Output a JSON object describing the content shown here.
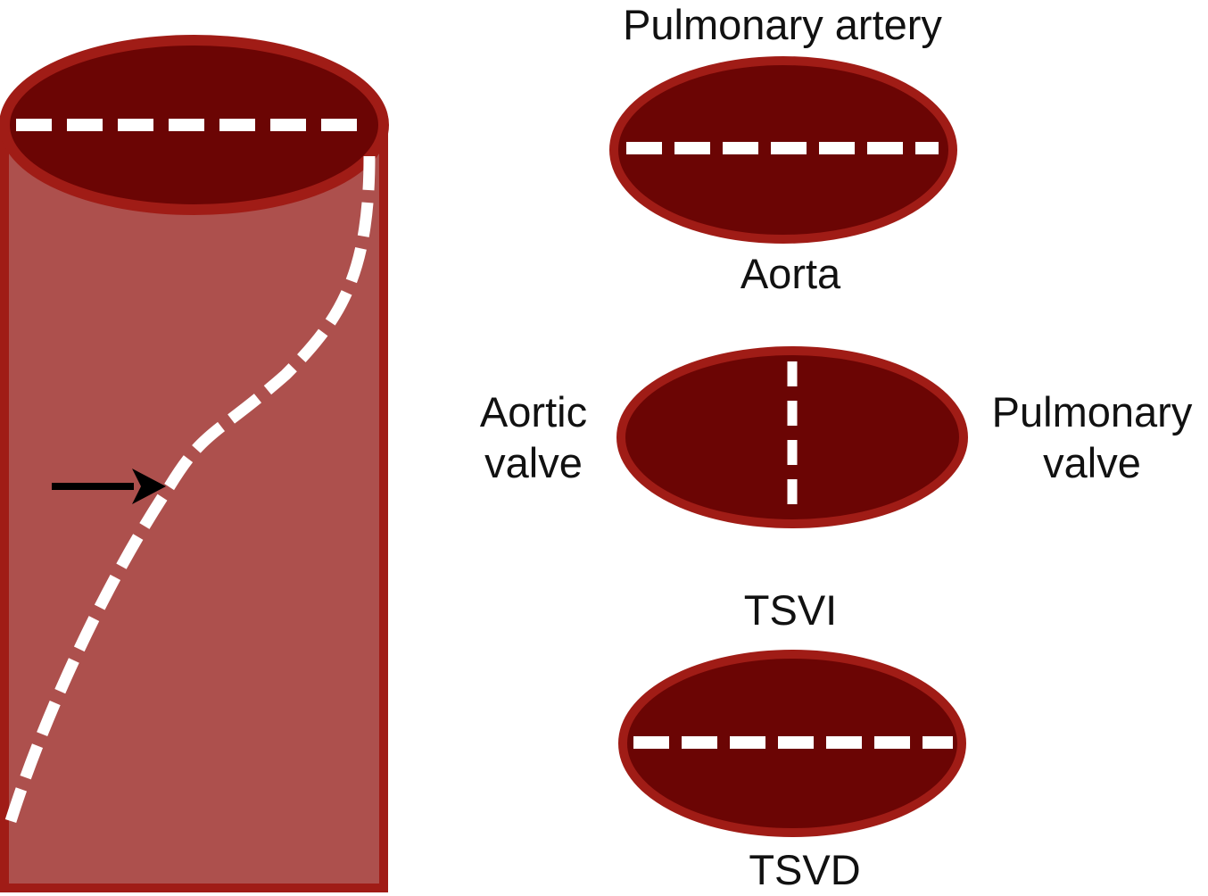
{
  "colors": {
    "tube_fill": "#ad504d",
    "tube_outline": "#a01c16",
    "lumen_fill": "#6b0504",
    "dash_color": "#ffffff",
    "arrow_color": "#000000",
    "text_color": "#111111"
  },
  "labels": {
    "top_vessel": "Pulmonary artery",
    "bottom_vessel": "Aorta",
    "left_valve_line1": "Aortic",
    "left_valve_line2": "valve",
    "right_valve_line1": "Pulmonary",
    "right_valve_line2": "valve",
    "top_outflow": "TSVI",
    "bottom_outflow": "TSVD"
  }
}
